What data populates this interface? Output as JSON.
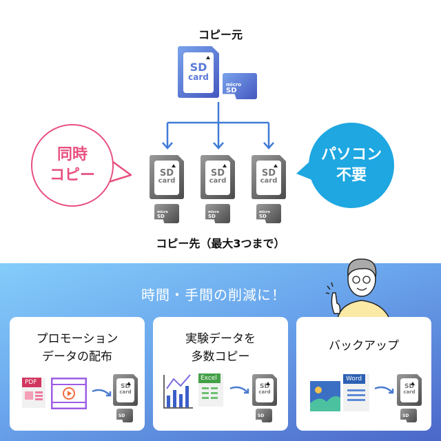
{
  "source_label": "コピー元",
  "dest_label": "コピー先（最大3つまで）",
  "sd_card": {
    "line1": "SD",
    "line2": "card"
  },
  "micro_sd": {
    "line1": "micro",
    "line2": "SD"
  },
  "bubble_left": {
    "line1": "同時",
    "line2": "コピー",
    "color": "#e8507f"
  },
  "bubble_right": {
    "line1": "パソコン",
    "line2": "不要",
    "color": "#1ea7e1"
  },
  "benefit_heading": "時間・手間の削減に！",
  "cards": [
    {
      "line1": "プロモーション",
      "line2": "データの配布",
      "badge": "PDF"
    },
    {
      "line1": "実験データを",
      "line2": "多数コピー",
      "badge": "Excel"
    },
    {
      "line1": "バックアップ",
      "line2": "",
      "badge": "Word"
    }
  ]
}
